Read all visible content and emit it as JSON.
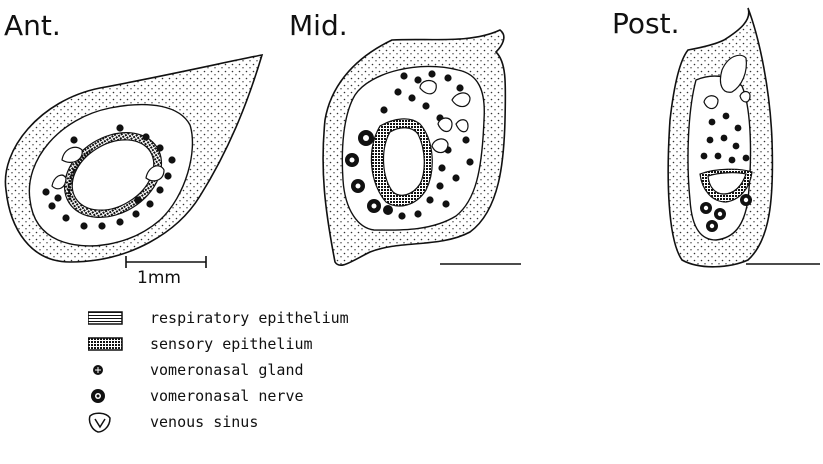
{
  "sections": {
    "anterior": "Ant.",
    "middle": "Mid.",
    "posterior": "Post."
  },
  "scale_bar": {
    "label": "1mm"
  },
  "legend": {
    "items": [
      {
        "icon": "respiratory-epithelium-icon",
        "label": "respiratory epithelium"
      },
      {
        "icon": "sensory-epithelium-icon",
        "label": "sensory epithelium"
      },
      {
        "icon": "vomeronasal-gland-icon",
        "label": "vomeronasal gland"
      },
      {
        "icon": "vomeronasal-nerve-icon",
        "label": "vomeronasal nerve"
      },
      {
        "icon": "venous-sinus-icon",
        "label": "venous sinus"
      }
    ]
  }
}
